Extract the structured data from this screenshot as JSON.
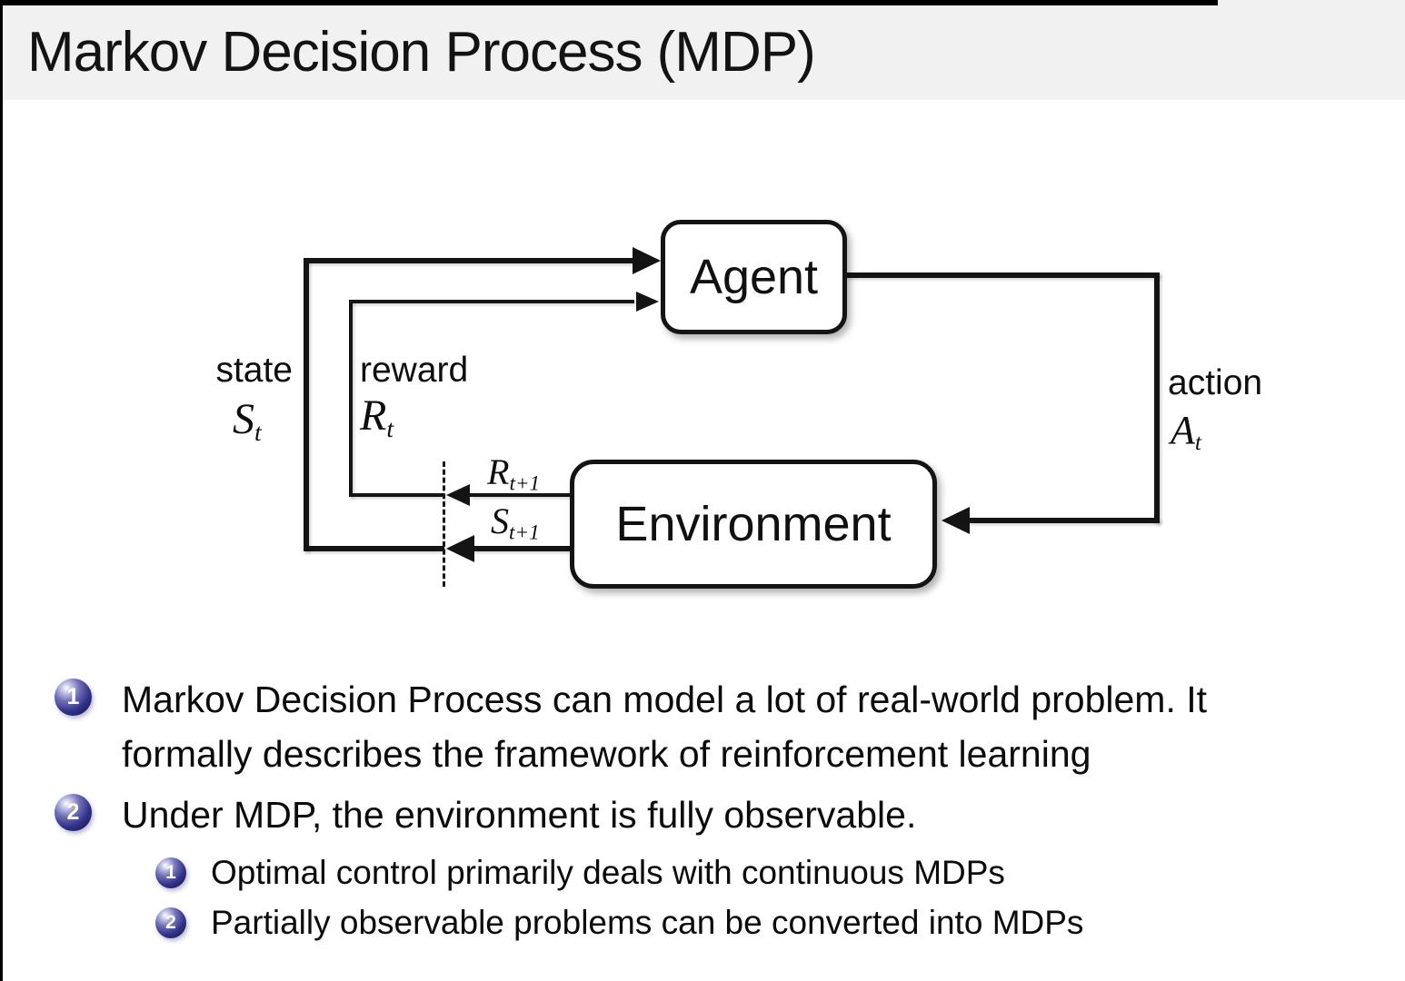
{
  "title": "Markov Decision Process (MDP)",
  "diagram": {
    "agent": "Agent",
    "environment": "Environment",
    "state": {
      "label": "state",
      "symbol": "S",
      "sub": "t"
    },
    "reward": {
      "label": "reward",
      "symbol": "R",
      "sub": "t"
    },
    "next_reward": {
      "symbol": "R",
      "sub": "t+1"
    },
    "next_state": {
      "symbol": "S",
      "sub": "t+1"
    },
    "action": {
      "label": "action",
      "symbol": "A",
      "sub": "t"
    }
  },
  "bullets": [
    {
      "number": "1",
      "lines": [
        "Markov Decision Process can model a lot of real-world problem. It",
        "formally describes the framework of reinforcement learning"
      ]
    },
    {
      "number": "2",
      "lines": [
        "Under MDP, the environment is fully observable."
      ],
      "sub_items": [
        {
          "number": "1",
          "text": "Optimal control primarily deals with continuous MDPs"
        },
        {
          "number": "2",
          "text": "Partially observable problems can be converted into MDPs"
        }
      ]
    }
  ],
  "colors": {
    "title_bar_bg": "#f1f1f1",
    "slide_bg": "#ffffff",
    "text": "#0e0e0e",
    "diagram_line": "#141414",
    "bullet_ball": "#2b2b7e",
    "bullet_ball_highlight": "#c9c9ea"
  }
}
